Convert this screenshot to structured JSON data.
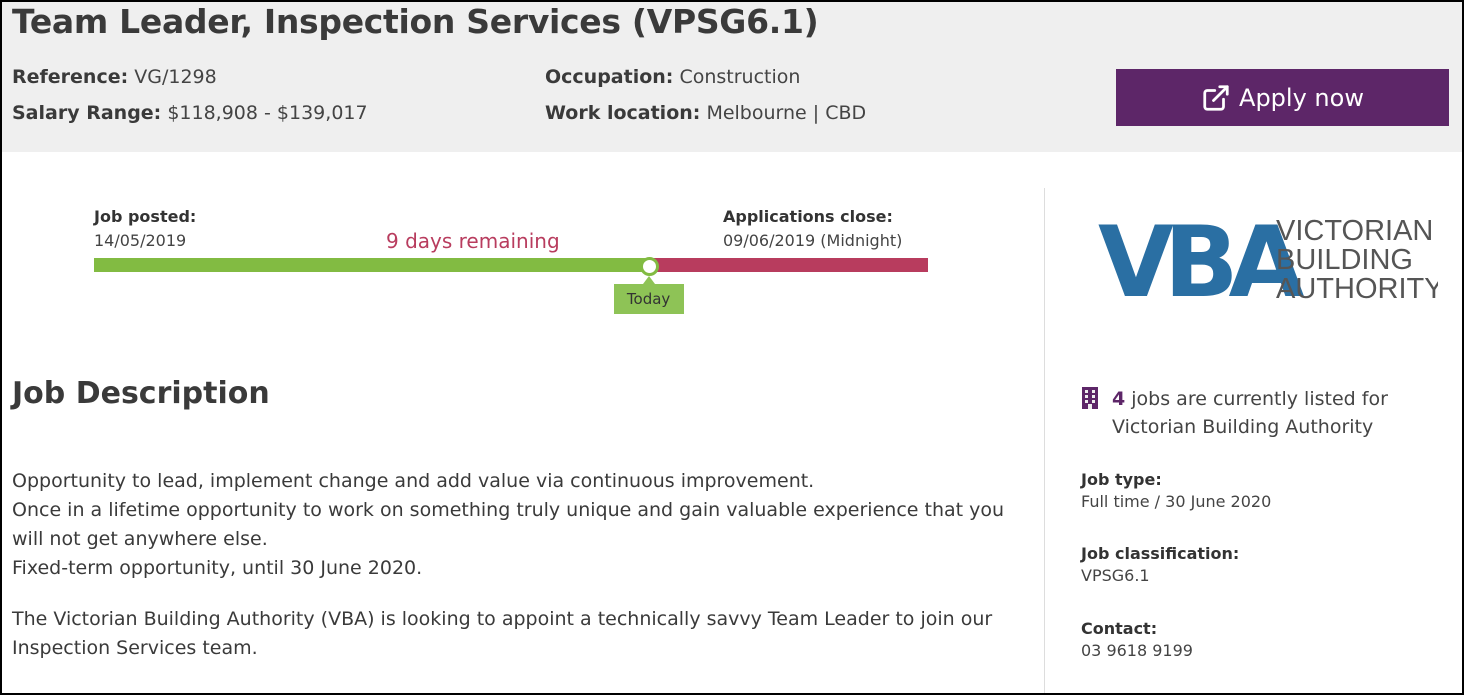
{
  "header": {
    "title": "Team Leader, Inspection Services (VPSG6.1)",
    "reference_label": "Reference:",
    "reference_value": "VG/1298",
    "salary_label": "Salary Range:",
    "salary_value": "$118,908 - $139,017",
    "occupation_label": "Occupation:",
    "occupation_value": "Construction",
    "location_label": "Work location:",
    "location_value": "Melbourne | CBD",
    "apply_label": "Apply now"
  },
  "timeline": {
    "posted_label": "Job posted:",
    "posted_date": "14/05/2019",
    "close_label": "Applications close:",
    "close_date": "09/06/2019 (Midnight)",
    "remaining_text": "9 days remaining",
    "today_label": "Today",
    "elapsed_fraction": 0.665,
    "colors": {
      "elapsed": "#82bb42",
      "remaining": "#b83c5e"
    }
  },
  "description": {
    "heading": "Job Description",
    "para1_lines": [
      "Opportunity to lead, implement change and add value via continuous improvement.",
      "Once in a lifetime opportunity to work on something truly unique and gain valuable experience that you will not get anywhere else.",
      "Fixed-term opportunity, until 30 June 2020."
    ],
    "para2": "The Victorian Building Authority (VBA) is looking to appoint a technically savvy Team Leader to join our Inspection Services team."
  },
  "sidebar": {
    "logo_letters": "VBA",
    "logo_line1": "VICTORIAN",
    "logo_line2": "BUILDING",
    "logo_line3": "AUTHORITY",
    "jobs_count": "4",
    "jobs_text": "jobs are currently listed for",
    "jobs_org": "Victorian Building Authority",
    "job_type_label": "Job type:",
    "job_type_value": "Full time / 30 June 2020",
    "classification_label": "Job classification:",
    "classification_value": "VPSG6.1",
    "contact_label": "Contact:",
    "contact_value": "03 9618 9199"
  },
  "colors": {
    "brand_purple": "#5d2668",
    "logo_blue": "#2a6fa3",
    "header_bg": "#efefef"
  },
  "icons": {
    "apply": "external-link-icon",
    "jobs": "building-icon"
  }
}
